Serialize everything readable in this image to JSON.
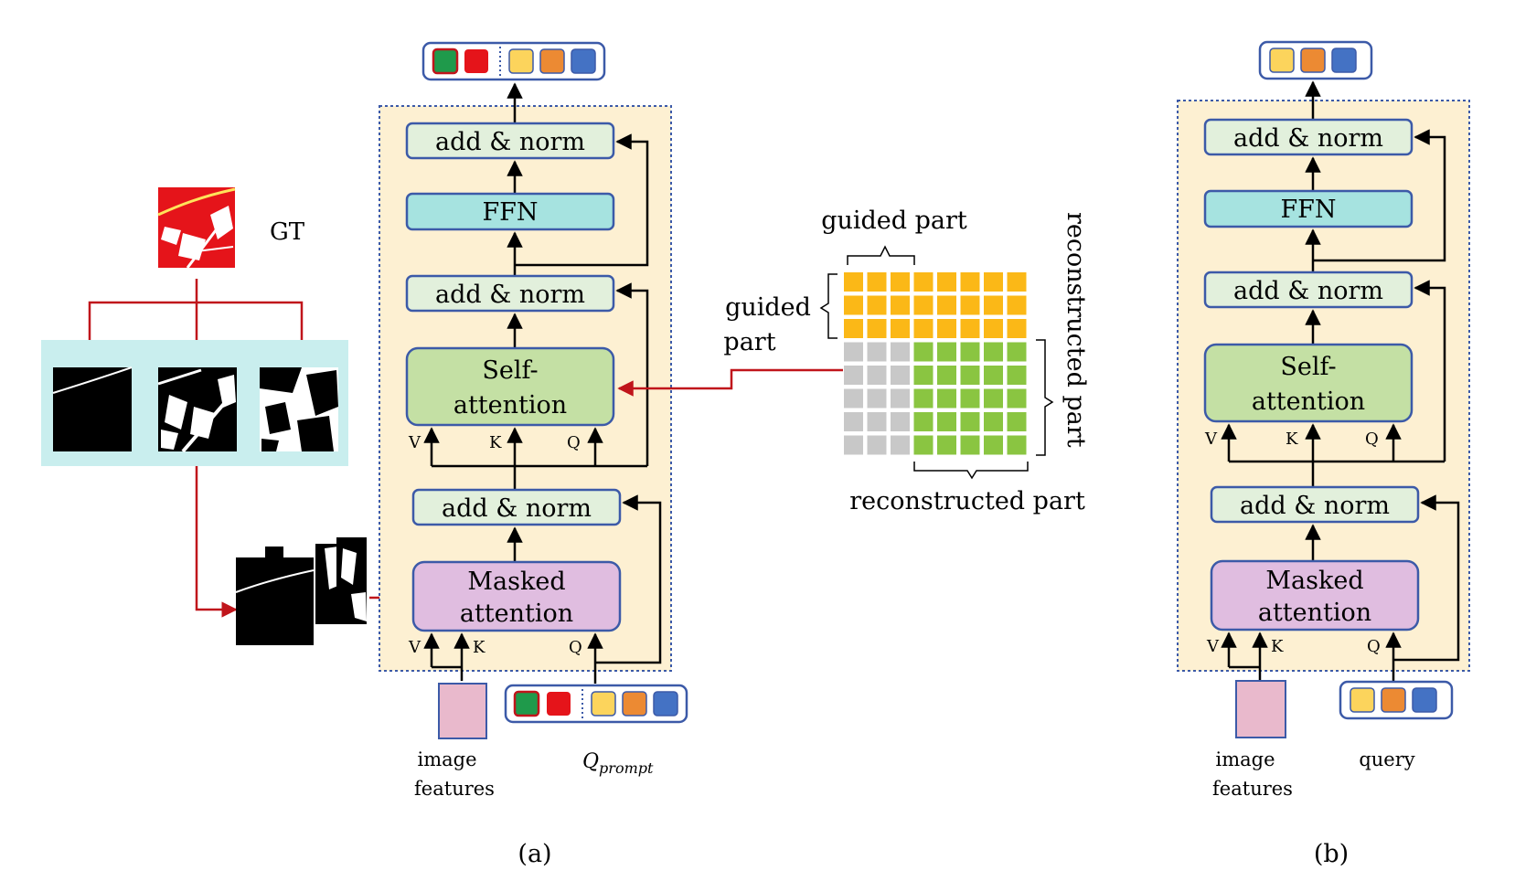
{
  "figure": {
    "panel_a_label": "(a)",
    "panel_b_label": "(b)"
  },
  "gt_section": {
    "label": "GT"
  },
  "panel_a": {
    "blocks": {
      "add_norm_top": "add & norm",
      "ffn": "FFN",
      "add_norm_mid": "add & norm",
      "self_attention_line1": "Self-",
      "self_attention_line2": "attention",
      "add_norm_bottom": "add & norm",
      "masked_attention_line1": "Masked",
      "masked_attention_line2": "attention"
    },
    "ports": {
      "sa_v": "V",
      "sa_k": "K",
      "sa_q": "Q",
      "ma_v": "V",
      "ma_k": "K",
      "ma_q": "Q"
    },
    "inputs": {
      "image_features_line1": "image",
      "image_features_line2": "features",
      "query_label": "Q",
      "query_subscript": "prompt"
    }
  },
  "attention_mask": {
    "top_label": "guided part",
    "left_label_line1": "guided",
    "left_label_line2": "part",
    "right_label": "reconstructed part",
    "bottom_label": "reconstructed part",
    "colors": {
      "guided": "#fbb817",
      "reconstructed": "#8ac541",
      "masked": "#c8c8c8"
    }
  },
  "panel_b": {
    "blocks": {
      "add_norm_top": "add & norm",
      "ffn": "FFN",
      "add_norm_mid": "add & norm",
      "self_attention_line1": "Self-",
      "self_attention_line2": "attention",
      "add_norm_bottom": "add & norm",
      "masked_attention_line1": "Masked",
      "masked_attention_line2": "attention"
    },
    "ports": {
      "sa_v": "V",
      "sa_k": "K",
      "sa_q": "Q",
      "ma_v": "V",
      "ma_k": "K",
      "ma_q": "Q"
    },
    "inputs": {
      "image_features_line1": "image",
      "image_features_line2": "features",
      "query_label": "query"
    }
  },
  "colors": {
    "decoder_bg": "#fdf0d2",
    "border_blue": "#3c5aa8",
    "add_norm_fill": "#e2f0dc",
    "ffn_fill": "#a6e3e0",
    "self_attention_fill": "#c4e0a4",
    "masked_attention_fill": "#e0bde0",
    "image_features_fill": "#e9b9cc",
    "gt_panel_bg": "#c9eeee",
    "red_arrow": "#c0151b",
    "token_green": "#1f9a4b",
    "token_red": "#e5141a",
    "token_yellow": "#fcd45c",
    "token_orange": "#ec8a33",
    "token_blue": "#4472c4"
  }
}
